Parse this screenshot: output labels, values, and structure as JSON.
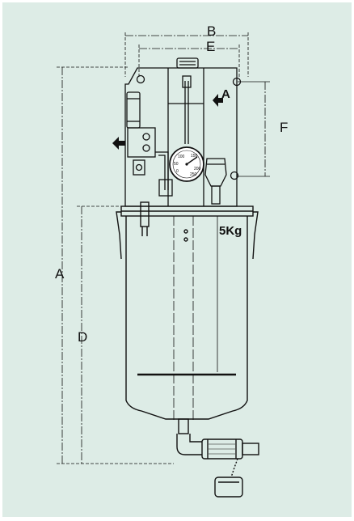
{
  "dimensions": {
    "a": "A",
    "b": "B",
    "d": "D",
    "e": "E",
    "f": "F"
  },
  "arrow_label": "A",
  "capacity": "5Kg",
  "gauge": {
    "ticks": [
      "100",
      "150",
      "50",
      "200",
      "0",
      "250"
    ]
  },
  "colors": {
    "background": "#ddece6",
    "line": "#111111"
  }
}
